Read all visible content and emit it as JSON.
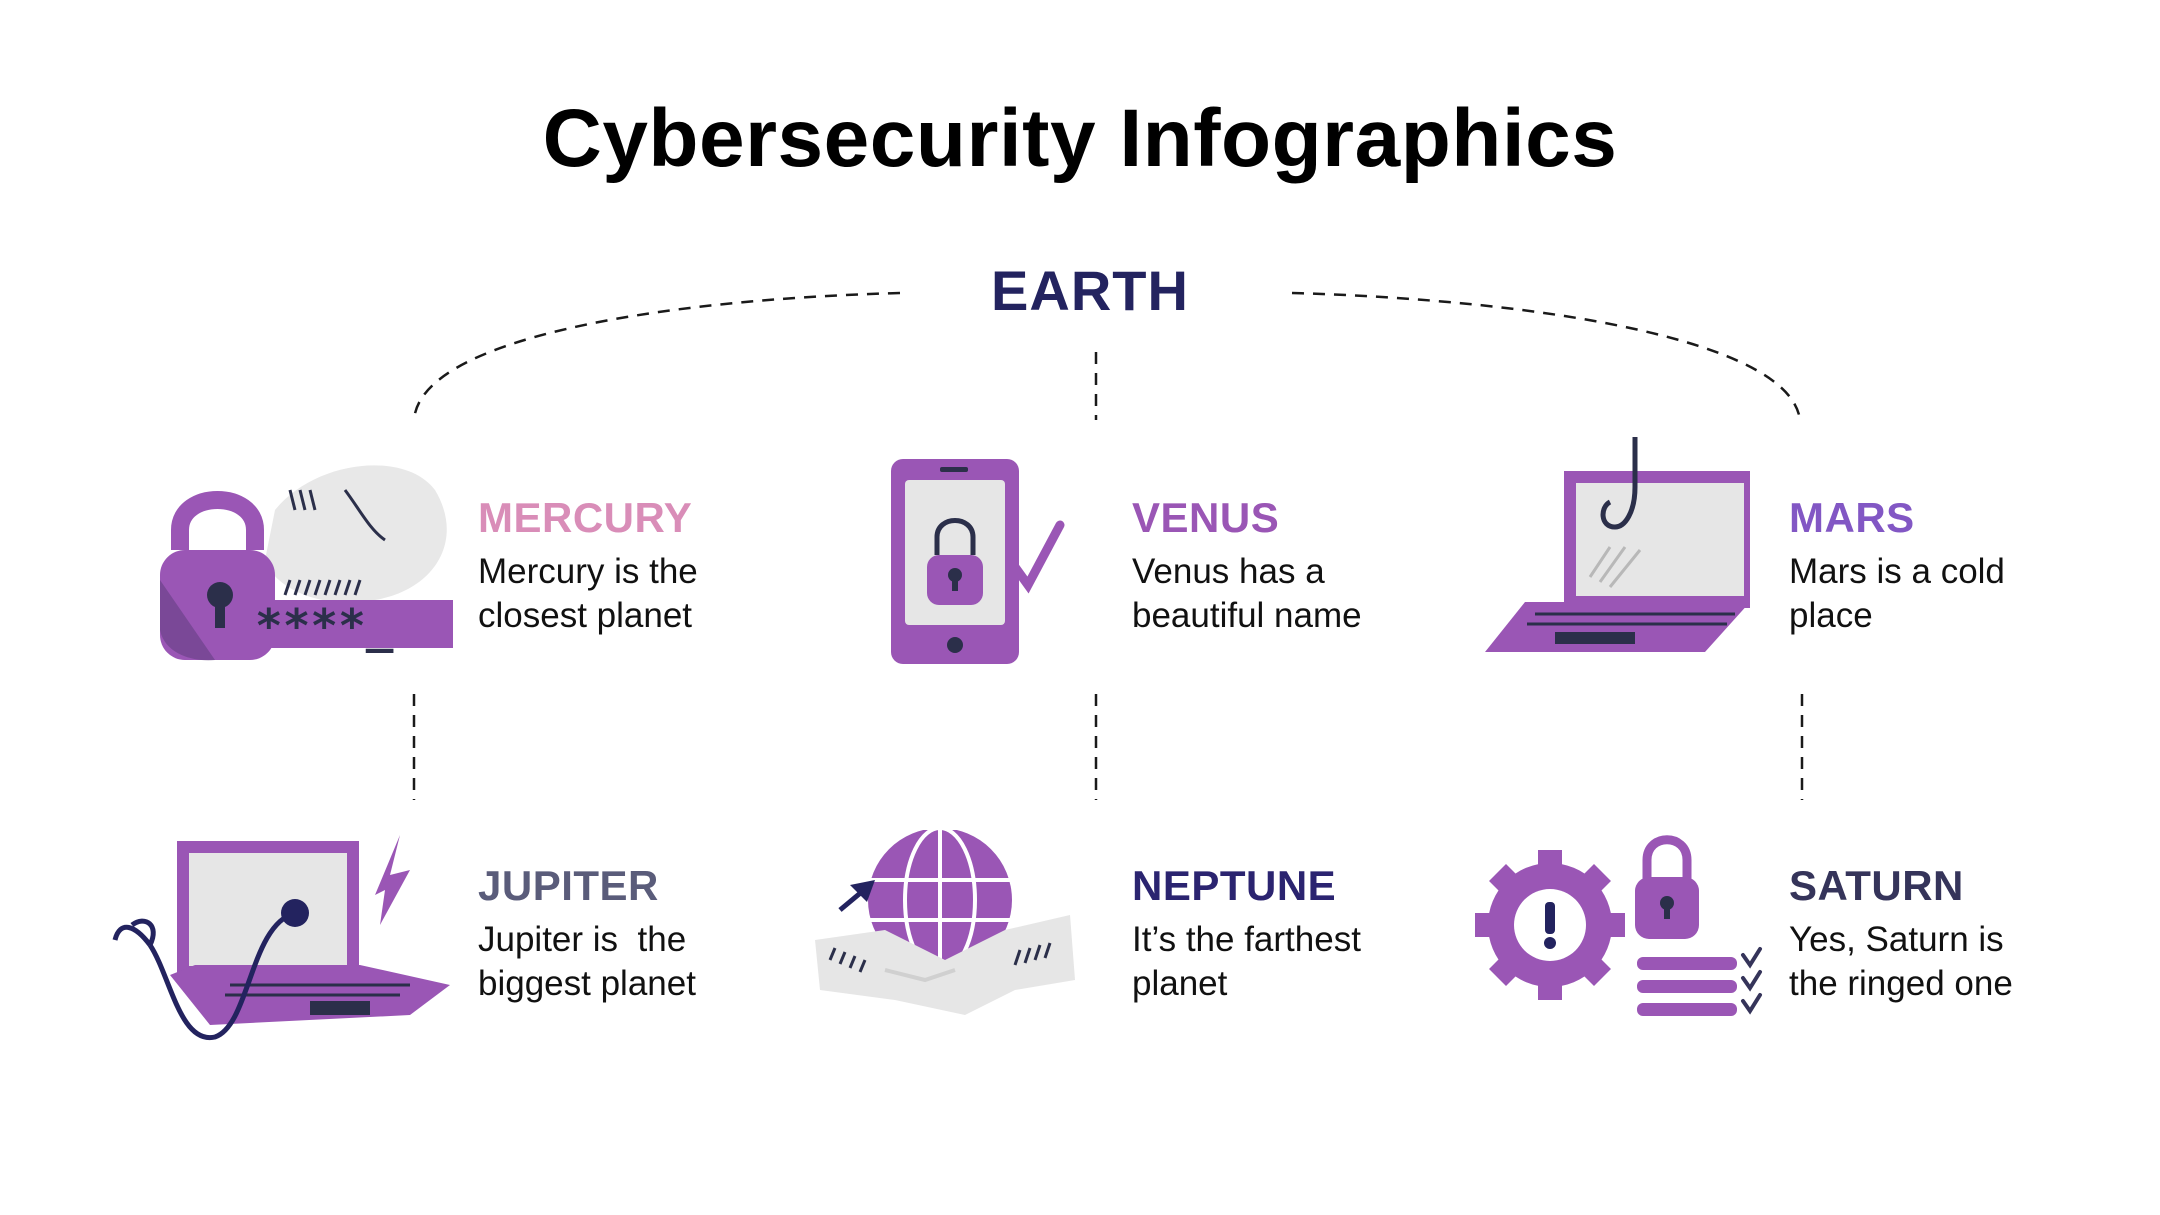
{
  "title": "Cybersecurity Infographics",
  "root": {
    "label": "EARTH"
  },
  "items": [
    {
      "title": "MERCURY",
      "description_line1": "Mercury is the",
      "description_line2": "closest planet",
      "color": "#d98db8",
      "icon": "lock-password-icon"
    },
    {
      "title": "VENUS",
      "description_line1": "Venus has a",
      "description_line2": "beautiful name",
      "color": "#9a56b5",
      "icon": "phone-lock-icon"
    },
    {
      "title": "MARS",
      "description_line1": "Mars is a cold",
      "description_line2": "place",
      "color": "#8257c4",
      "icon": "laptop-phishing-icon"
    },
    {
      "title": "JUPITER",
      "description_line1": "Jupiter is  the",
      "description_line2": "biggest planet",
      "color": "#5a5c7a",
      "icon": "laptop-stethoscope-icon"
    },
    {
      "title": "NEPTUNE",
      "description_line1": "It’s the farthest",
      "description_line2": "planet",
      "color": "#2b2470",
      "icon": "globe-handshake-icon"
    },
    {
      "title": "SATURN",
      "description_line1": "Yes, Saturn is",
      "description_line2": "the ringed one",
      "color": "#35345a",
      "icon": "gear-lock-checklist-icon"
    }
  ],
  "colors": {
    "primary_purple": "#9a56b5",
    "dark_purple": "#6a3a8a",
    "navy": "#23235f",
    "light_gray": "#e6e6e6"
  }
}
